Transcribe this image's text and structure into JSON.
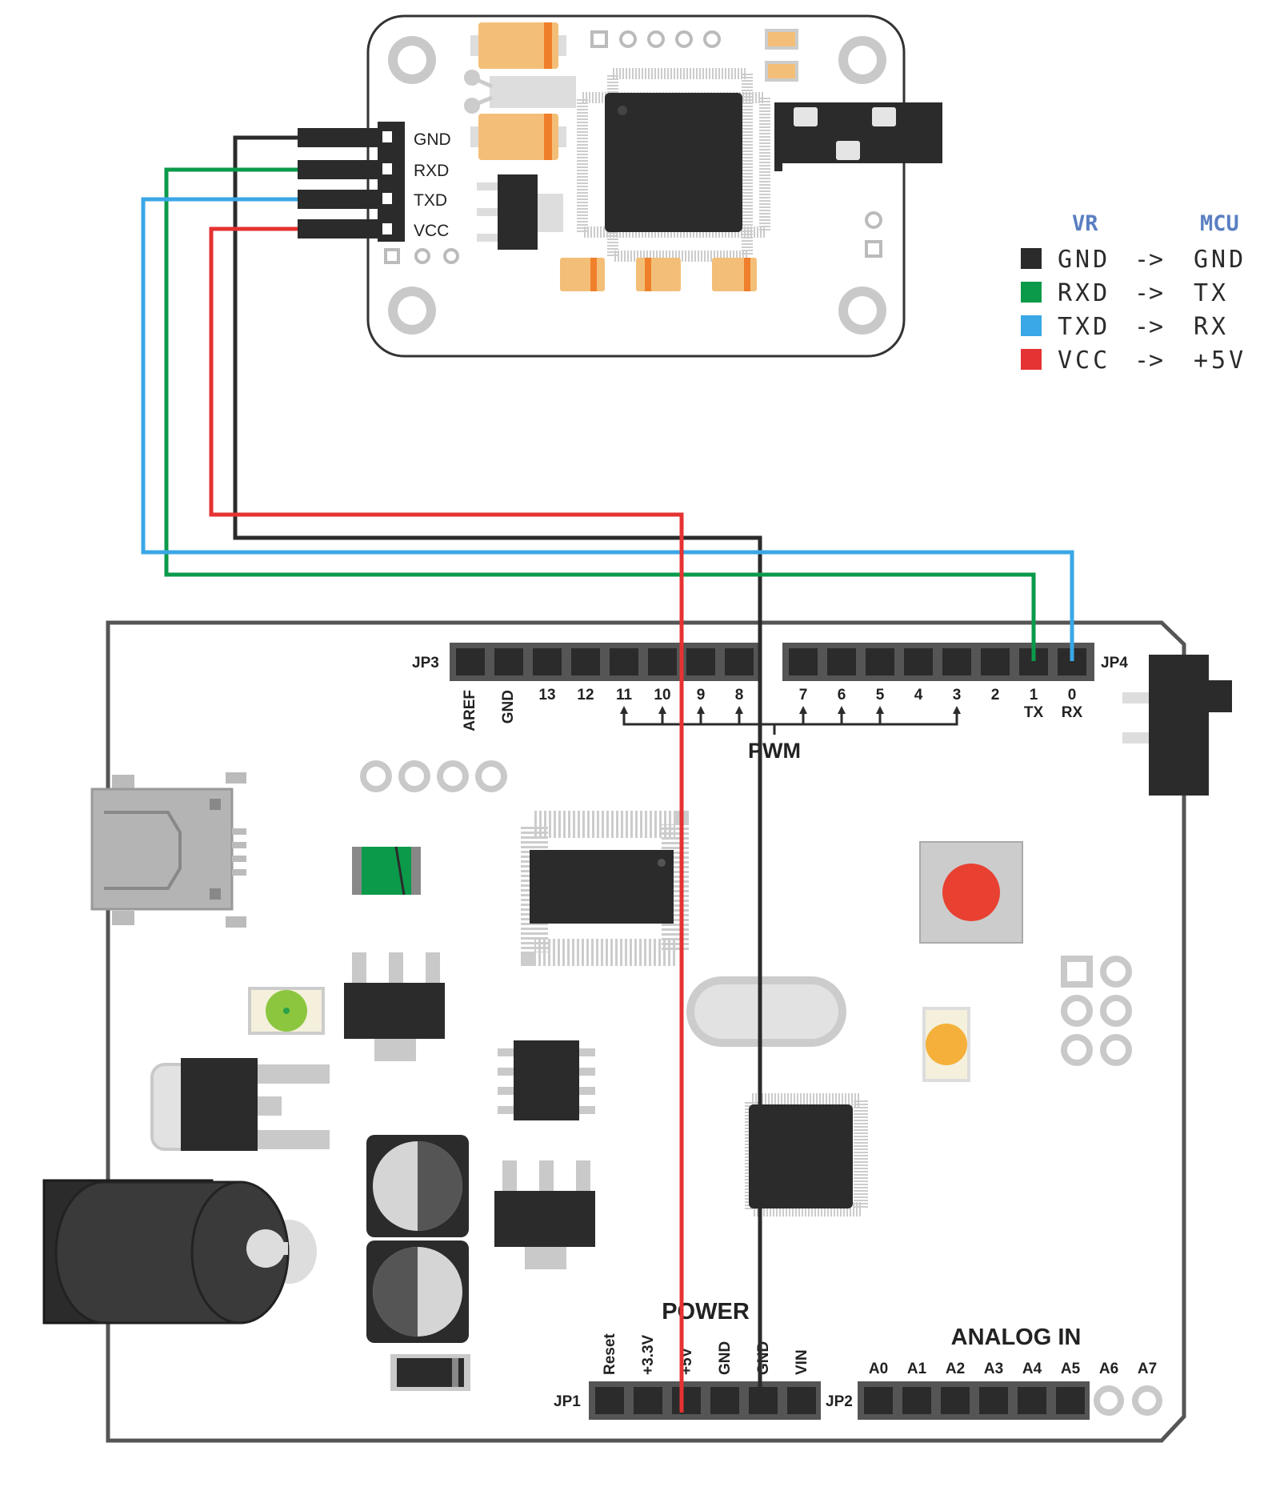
{
  "module": {
    "pins": [
      "GND",
      "RXD",
      "TXD",
      "VCC"
    ]
  },
  "legend": {
    "col_left": "VR",
    "col_right": "MCU",
    "arrow": "->",
    "rows": [
      {
        "vr": "GND",
        "mcu": "GND",
        "color": "#2b2b2b"
      },
      {
        "vr": "RXD",
        "mcu": "TX",
        "color": "#0a9a4a"
      },
      {
        "vr": "TXD",
        "mcu": "RX",
        "color": "#3aa7e6"
      },
      {
        "vr": "VCC",
        "mcu": "+5V",
        "color": "#e53232"
      }
    ]
  },
  "board": {
    "jp3_label": "JP3",
    "jp4_label": "JP4",
    "jp1_label": "JP1",
    "jp2_label": "JP2",
    "jp3_pins": [
      "AREF",
      "GND",
      "13",
      "12",
      "11",
      "10",
      "9",
      "8"
    ],
    "jp4_pins": [
      "7",
      "6",
      "5",
      "4",
      "3",
      "2",
      "1",
      "0"
    ],
    "tx_label": "TX",
    "rx_label": "RX",
    "pwm_label": "PWM",
    "power_label": "POWER",
    "power_pins": [
      "Reset",
      "+3.3V",
      "+5V",
      "GND",
      "GND",
      "VIN"
    ],
    "analog_label": "ANALOG IN",
    "analog_pins": [
      "A0",
      "A1",
      "A2",
      "A3",
      "A4",
      "A5",
      "A6",
      "A7"
    ]
  },
  "wire_colors": {
    "gnd": "#2b2b2b",
    "rxd": "#0a9a4a",
    "txd": "#3aa7e6",
    "vcc": "#e53232"
  }
}
